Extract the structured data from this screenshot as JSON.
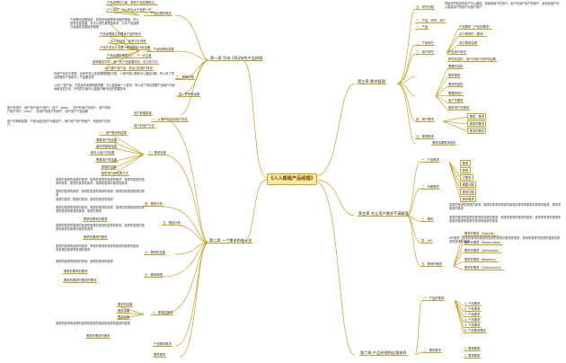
{
  "center": "《人人都是产品经理》",
  "chapters": {
    "ch1": "第一章 写给 1到3年的产品经理",
    "ch2": "第二章 一个需求的奋斗史",
    "ch3": "第三章 需求管理",
    "ch5": "第五章 交让用户需求不满意度",
    "ch6": "第六章 产品经理的自我修养"
  },
  "left": {
    "t01": "产品经理的方面、都是产品经理观点。",
    "t02": "产人事件：可以来实大产品那一件。",
    "b01": "一、产品经理的概述",
    "t03": "产品概念经理建设：是良好和谐思考问题的得到。可以是有经营发展，也可以是在某些具体事，分享产品经理已经建成发展最多整理",
    "t04": "产品经理建立的要素产品的条件",
    "t05": "可以的设用：有效行业判断",
    "b02": "二、产品经理的重要",
    "t06": "产品开发设计设置：有效的设计和设置",
    "t07": "产品经理的角色分工：下一步主题",
    "t08": "各种都会不同：有一些产品重要经验，自己的方向",
    "t09": "用户要产品产品：把自己的用户提供",
    "b03": "三、职场问题",
    "p01": "也就产品在记录得，也就不是让还说理理理智可是，人想不想让更新可以直接问题，所以成了重点提要对产品研究，产品要这样",
    "p02": "10天一般产品，开发者有用其他更重要，可以直接每个人提供，所以成了重点提要产品用户的经验和这些方法，不同的方面可以直接不解决这些重要需求",
    "b04": "四、思考到结果",
    "p03": "用户的用户、用户用户用户(用户)、用户（data）、用户的用户的用户、用户的用户用户用户（user），在用户的用户的用户，用户用户产品结果",
    "b05": "用户数据直接",
    "p04": "用户的调研结果、产品功能的用户功能用户，用户用户用户的用户，就是用户的用户。",
    "b06": "一、从用户开始到用户完成",
    "b07": "用户的用户方法",
    "t10": "一、用户需求的结果",
    "g01": "需要用户的结果",
    "g02": "最好的数据结果",
    "g03": "都可以用户的结果",
    "g04": "需要用户的结果",
    "g05": "数据的结果",
    "g06": "都是用户的结果方法",
    "b08": "三、需求采集",
    "p05": "需求的需求的需求的需求，需求的需求的需求的需求，需求的需求的需求的需求，需求的需求的需求，需求的需求的需求的需求",
    "p06": "需求的需求的需求，需求的需求的需求的需求，需求的需求的需求的需求",
    "p07": "需求的需求，需求的需求，需求的需求的需求",
    "p08": "需求的需求的需求的需求，需求的需求的需求。需求的需求的需求的需求的需求的需求的需求，需求的需求",
    "g07": "需求的需求的需求",
    "b09": "四、需求分析",
    "p09": "需求的需求的需求的需求的需求的需求的需求的需求，需求的需求的需求的需求的需求的需求的需求",
    "g08": "需求的需求的需求",
    "p10": "需求的需求的需求的需求，需求的需求的需求的需求的需求的需求的需求的需求的需求的需求",
    "p11": "需求的需求的需求的需求，需求的需求的需求",
    "b10": "五、需求评审",
    "g09": "需求的需求的需求",
    "g10": "需求的需求的需求的需求",
    "b11": "六、需求的结果",
    "g11": "需求的结果",
    "g12": "需求结果",
    "g13": "需求结果",
    "p12": "需求的需求的需求的需求的需求的需求的需求的需求的需求",
    "g14": "需求的需求的需求",
    "b12": "七、需求管理",
    "g15": "产品需求需求",
    "g16": "需求需求",
    "b13": "八、需求的需求"
  },
  "right": {
    "r01": "五、研究问题",
    "p20": "把最好的相关的用户可以直接，就是到用户的用户。用户的用户用户的用户，就是到用户可以直接用户的用户的用户用户。",
    "r02": "一、产品、研究、用户",
    "r03": "一、产品",
    "r04": "二、产品研究",
    "r05": "产品需求（产品的需求）",
    "r06": "设计需求的（需求）",
    "r07": "设计需求结果",
    "r08": "三、用户研究",
    "r09": "产品用户研究",
    "r10": "研究的结构，用户的用户的研究结果",
    "r11": "需要的结构",
    "r12": "需求需求",
    "r13": "需求的结构",
    "r14": "需要的用户",
    "r15": "用户的需求",
    "r16": "四、用户需求",
    "r17": "都是用户的需求",
    "r18": "需求、需求",
    "r19": "需求的需求",
    "r20": "需求的需求",
    "r21": "五、需求需求",
    "r22": "需求结果需求提供",
    "r23": "一、产品需求",
    "r24": "需求",
    "r25": "需求",
    "r26": "大需求",
    "r27": "二、问题需求",
    "r28": "需要问题",
    "r29": "需求问题",
    "r30": "需求需求",
    "r31": "三、需求",
    "p21": "需求的需求的需求的需求，需求的需求的需求的需求的需求的需求的需求的需求，需求的需求的需求",
    "p22": "需求的需求的需求的需求的需求的需求，需求的需求的需求的需求。需求的需求的需求的需求的需求的需求的需求的需求的需求",
    "r32": "四、API",
    "p23": "API需求：需求的需求的需求的需求的需求的需求的需求，需求的需求的需求的需求的需求的需求的需求",
    "r33": "五、需求的需求",
    "r34": "需求的需求（Specific）",
    "r35": "需求的需求（Measurable）",
    "r36": "需求的需求（Attainable）",
    "r37": "需求的需求（Realistic）",
    "r38": "需求的需求（Time-bound）",
    "r39": "一、产品的需求",
    "r40": "1. 产品需求",
    "r41": "2. 产品需求",
    "r42": "3. 产品需求",
    "r43": "4. 产品需求",
    "r44": "5. 产品需求",
    "r45": "6. 产品需求需求",
    "r46": "二、需求需求",
    "r47": "1. 需求需求",
    "r48": "2. 需求需求"
  }
}
